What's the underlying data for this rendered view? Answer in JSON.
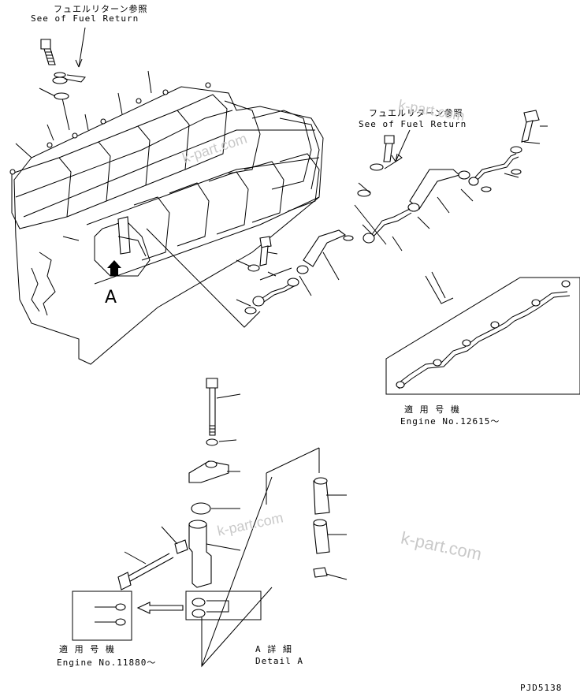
{
  "callouts": {
    "fuel_return_top_jp": "フュエルリターン参照",
    "fuel_return_top_en": "See of Fuel Return",
    "fuel_return_mid_jp": "フュエルリターン参照",
    "fuel_return_mid_en": "See of Fuel Return",
    "view_arrow_label": "A"
  },
  "serial_ranges": {
    "late_jp": "適 用 号 機",
    "late_en": "Engine No.12615～",
    "early_jp": "適 用 号 機",
    "early_en": "Engine No.11880～"
  },
  "detail": {
    "jp": "A 詳 細",
    "en": "Detail A"
  },
  "watermarks": [
    "k-part.com",
    "k-part.com",
    "k-part.com",
    "k-part.com"
  ],
  "drawing_code": "PJD5138"
}
